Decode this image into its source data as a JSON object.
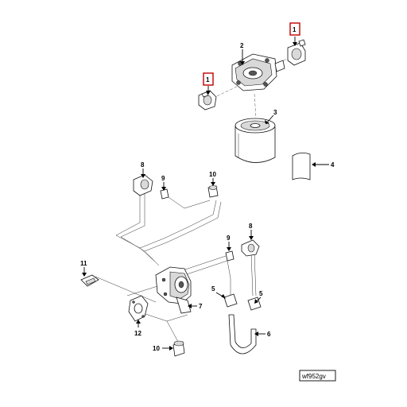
{
  "figure_code": "wf952gv",
  "callouts": {
    "c1a": "1",
    "c1b": "1",
    "c2": "2",
    "c3": "3",
    "c4": "4",
    "c5a": "5",
    "c5b": "5",
    "c6": "6",
    "c7": "7",
    "c8a": "8",
    "c8b": "8",
    "c9a": "9",
    "c9b": "9",
    "c10a": "10",
    "c10b": "10",
    "c11": "11",
    "c12": "12"
  },
  "highlight_color": "#c00000"
}
